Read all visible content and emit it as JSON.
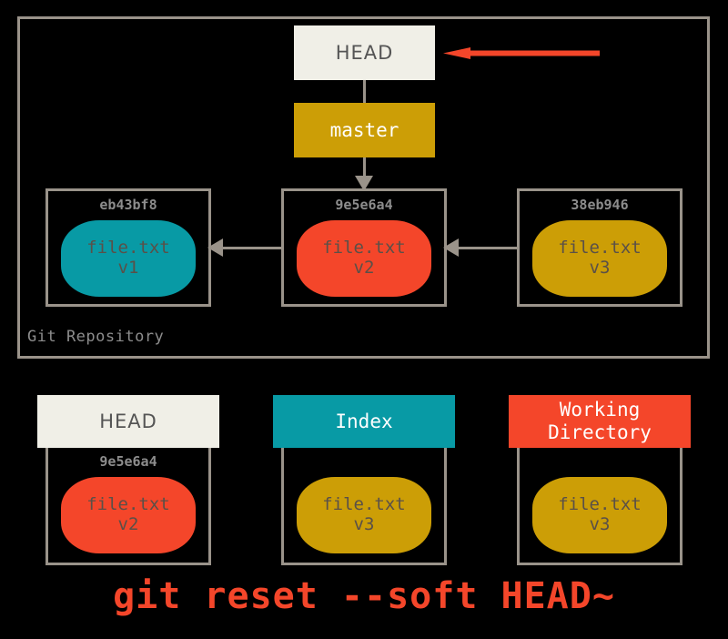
{
  "repository": {
    "label": "Git Repository",
    "head_pointer": {
      "label": "HEAD",
      "arrow": "red-left-arrow"
    },
    "branch": {
      "label": "master"
    },
    "commits": [
      {
        "hash": "eb43bf8",
        "file": "file.txt",
        "version": "v1",
        "color": "#089aa5"
      },
      {
        "hash": "9e5e6a4",
        "file": "file.txt",
        "version": "v2",
        "color": "#f4462a"
      },
      {
        "hash": "38eb946",
        "file": "file.txt",
        "version": "v3",
        "color": "#cc9e06"
      }
    ]
  },
  "trees": [
    {
      "name": "HEAD",
      "hash": "9e5e6a4",
      "file": "file.txt",
      "version": "v2",
      "header_color": "#f0efe7",
      "blob_color": "#f4462a"
    },
    {
      "name": "Index",
      "hash": "",
      "file": "file.txt",
      "version": "v3",
      "header_color": "#089aa5",
      "blob_color": "#cc9e06"
    },
    {
      "name": "Working Directory",
      "name_line1": "Working",
      "name_line2": "Directory",
      "hash": "",
      "file": "file.txt",
      "version": "v3",
      "header_color": "#f4462a",
      "blob_color": "#cc9e06"
    }
  ],
  "command": "git reset --soft HEAD~",
  "colors": {
    "teal": "#089aa5",
    "red": "#f4462a",
    "gold": "#cc9e06",
    "cream": "#f0efe7",
    "gray_line": "#9a938a",
    "gray_text": "#8d8d8d",
    "background": "#000000"
  }
}
